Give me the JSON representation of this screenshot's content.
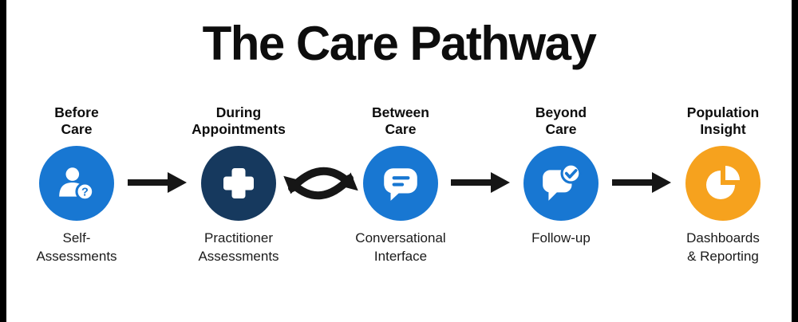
{
  "title": "The Care Pathway",
  "stages": [
    {
      "header": "Before\nCare",
      "label": "Self-\nAssessments",
      "icon": "person-question-icon",
      "circle_color": "#1877d2"
    },
    {
      "header": "During\nAppointments",
      "label": "Practitioner\nAssessments",
      "icon": "medical-cross-icon",
      "circle_color": "#16395e"
    },
    {
      "header": "Between\nCare",
      "label": "Conversational\nInterface",
      "icon": "chat-bubble-icon",
      "circle_color": "#1877d2"
    },
    {
      "header": "Beyond\nCare",
      "label": "Follow-up",
      "icon": "chat-check-icon",
      "circle_color": "#1877d2"
    },
    {
      "header": "Population\nInsight",
      "label": "Dashboards\n& Reporting",
      "icon": "pie-chart-icon",
      "circle_color": "#f6a21e"
    }
  ],
  "connectors": [
    "arrow",
    "cycle",
    "arrow",
    "arrow"
  ],
  "colors": {
    "background": "#ffffff",
    "frame_bars": "#000000",
    "arrow": "#161616",
    "icon": "#ffffff",
    "accent_blue": "#1877d2",
    "accent_navy": "#16395e",
    "accent_orange": "#f6a21e",
    "text": "#0d0d0d"
  }
}
